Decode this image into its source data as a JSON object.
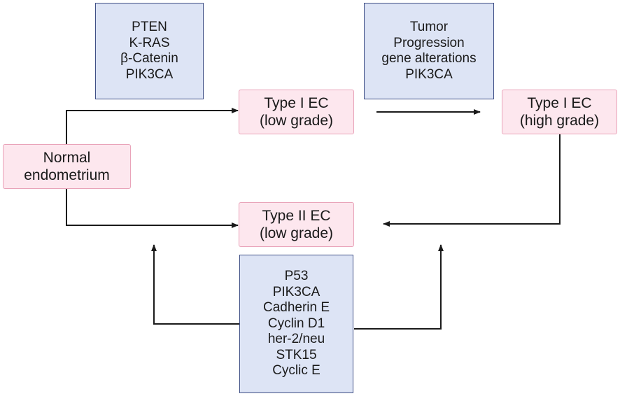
{
  "nodes": {
    "gene_box_1": {
      "lines": [
        "PTEN",
        "K-RAS",
        "β-Catenin",
        "PIK3CA"
      ]
    },
    "gene_box_2": {
      "lines": [
        "Tumor",
        "Progression",
        "gene alterations",
        "PIK3CA"
      ]
    },
    "normal": {
      "lines": [
        "Normal",
        "endometrium"
      ]
    },
    "type1_low": {
      "lines": [
        "Type I EC",
        "(low grade)"
      ]
    },
    "type1_high": {
      "lines": [
        "Type I EC",
        "(high grade)"
      ]
    },
    "type2_low": {
      "lines": [
        "Type II EC",
        "(low grade)"
      ]
    },
    "gene_box_3": {
      "lines": [
        "P53",
        "PIK3CA",
        "Cadherin E",
        "Cyclin D1",
        "her-2/neu",
        "STK15",
        "Cyclic E"
      ]
    }
  },
  "colors": {
    "gene_fill": "#dde4f5",
    "gene_border": "#3f4f86",
    "stage_fill": "#fde7ee",
    "stage_border": "#e9a3b9",
    "arrow": "#1a1a1a"
  }
}
